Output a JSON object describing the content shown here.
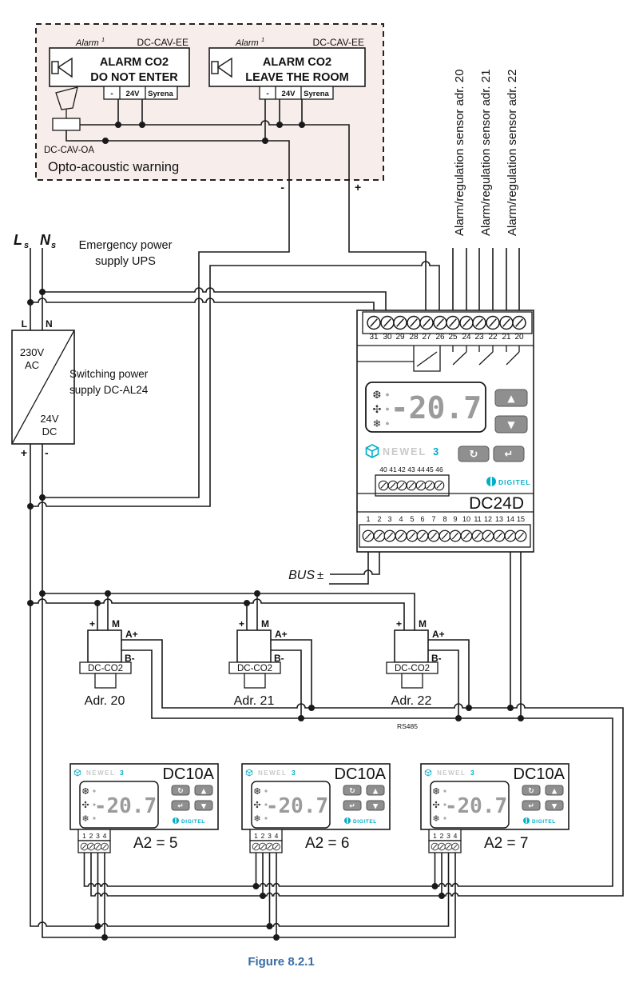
{
  "colors": {
    "wire": "#1a1a1a",
    "accent_cyan": "#00aec8",
    "opto_panel_bg": "#f7edea",
    "display_digits": "#9b9b9b",
    "caption_blue": "#3a6ca6"
  },
  "icons": {
    "up_arrow": "▲",
    "down_arrow": "▼",
    "loop_arrow": "↻",
    "enter_arrow": "↵",
    "defrost": "❆",
    "fan": "✣",
    "snowflake": "❄"
  },
  "opto": {
    "title": "Opto-acoustic warning",
    "alarm_ref": "Alarm",
    "alarm_ref_sup": "1",
    "device_model": "DC-CAV-EE",
    "horn_model": "DC-CAV-OA",
    "alarms": [
      {
        "line1": "ALARM CO2",
        "line2": "DO NOT ENTER"
      },
      {
        "line1": "ALARM CO2",
        "line2": "LEAVE THE ROOM"
      }
    ],
    "terminals": {
      "minus": "-",
      "v24": "24V",
      "syrena": "Syrena"
    },
    "out_minus": "-",
    "out_plus": "+"
  },
  "power": {
    "ls": "L",
    "ls_sub": "s",
    "ns": "N",
    "ns_sub": "s",
    "ups_line1": "Emergency power",
    "ups_line2": "supply UPS",
    "l": "L",
    "n": "N",
    "psu_in1": "230V",
    "psu_in2": "AC",
    "psu_out1": "24V",
    "psu_out2": "DC",
    "psu_label1": "Switching power",
    "psu_label2": "supply DC-AL24",
    "plus": "+",
    "minus": "-"
  },
  "sensor_labels": [
    "Alarm/regulation sensor adr. 20",
    "Alarm/regulation sensor adr. 21",
    "Alarm/regulation sensor adr. 22"
  ],
  "dc24d": {
    "model": "DC24D",
    "top_terminals": [
      "31",
      "30",
      "29",
      "28",
      "27",
      "26",
      "25",
      "24",
      "23",
      "22",
      "21",
      "20"
    ],
    "mid_terminals": [
      "40",
      "41",
      "42",
      "43",
      "44",
      "45",
      "46"
    ],
    "bottom_terminals": [
      "1",
      "2",
      "3",
      "4",
      "5",
      "6",
      "7",
      "8",
      "9",
      "10",
      "11",
      "12",
      "13",
      "14",
      "15"
    ],
    "display_value": "-20.7",
    "brand": "NEWEL",
    "brand_num": "3",
    "maker": "DIGITEL"
  },
  "bus": {
    "label": "BUS",
    "pm": "±"
  },
  "rs485_label": "RS485",
  "sensors": {
    "model": "DC-CO2",
    "tplus": "+",
    "tm": "M",
    "taplus": "A+",
    "tbminus": "B-",
    "items": [
      {
        "address": "Adr. 20"
      },
      {
        "address": "Adr. 21"
      },
      {
        "address": "Adr. 22"
      }
    ]
  },
  "dc10a": {
    "model": "DC10A",
    "terminals": [
      "1",
      "2",
      "3",
      "4"
    ],
    "display_value": "-20.7",
    "brand": "NEWEL",
    "brand_num": "3",
    "maker": "DIGITEL",
    "modules": [
      {
        "address": "A2 = 5"
      },
      {
        "address": "A2 = 6"
      },
      {
        "address": "A2 = 7"
      }
    ]
  },
  "figure": {
    "caption": "Figure 8.2.1"
  }
}
